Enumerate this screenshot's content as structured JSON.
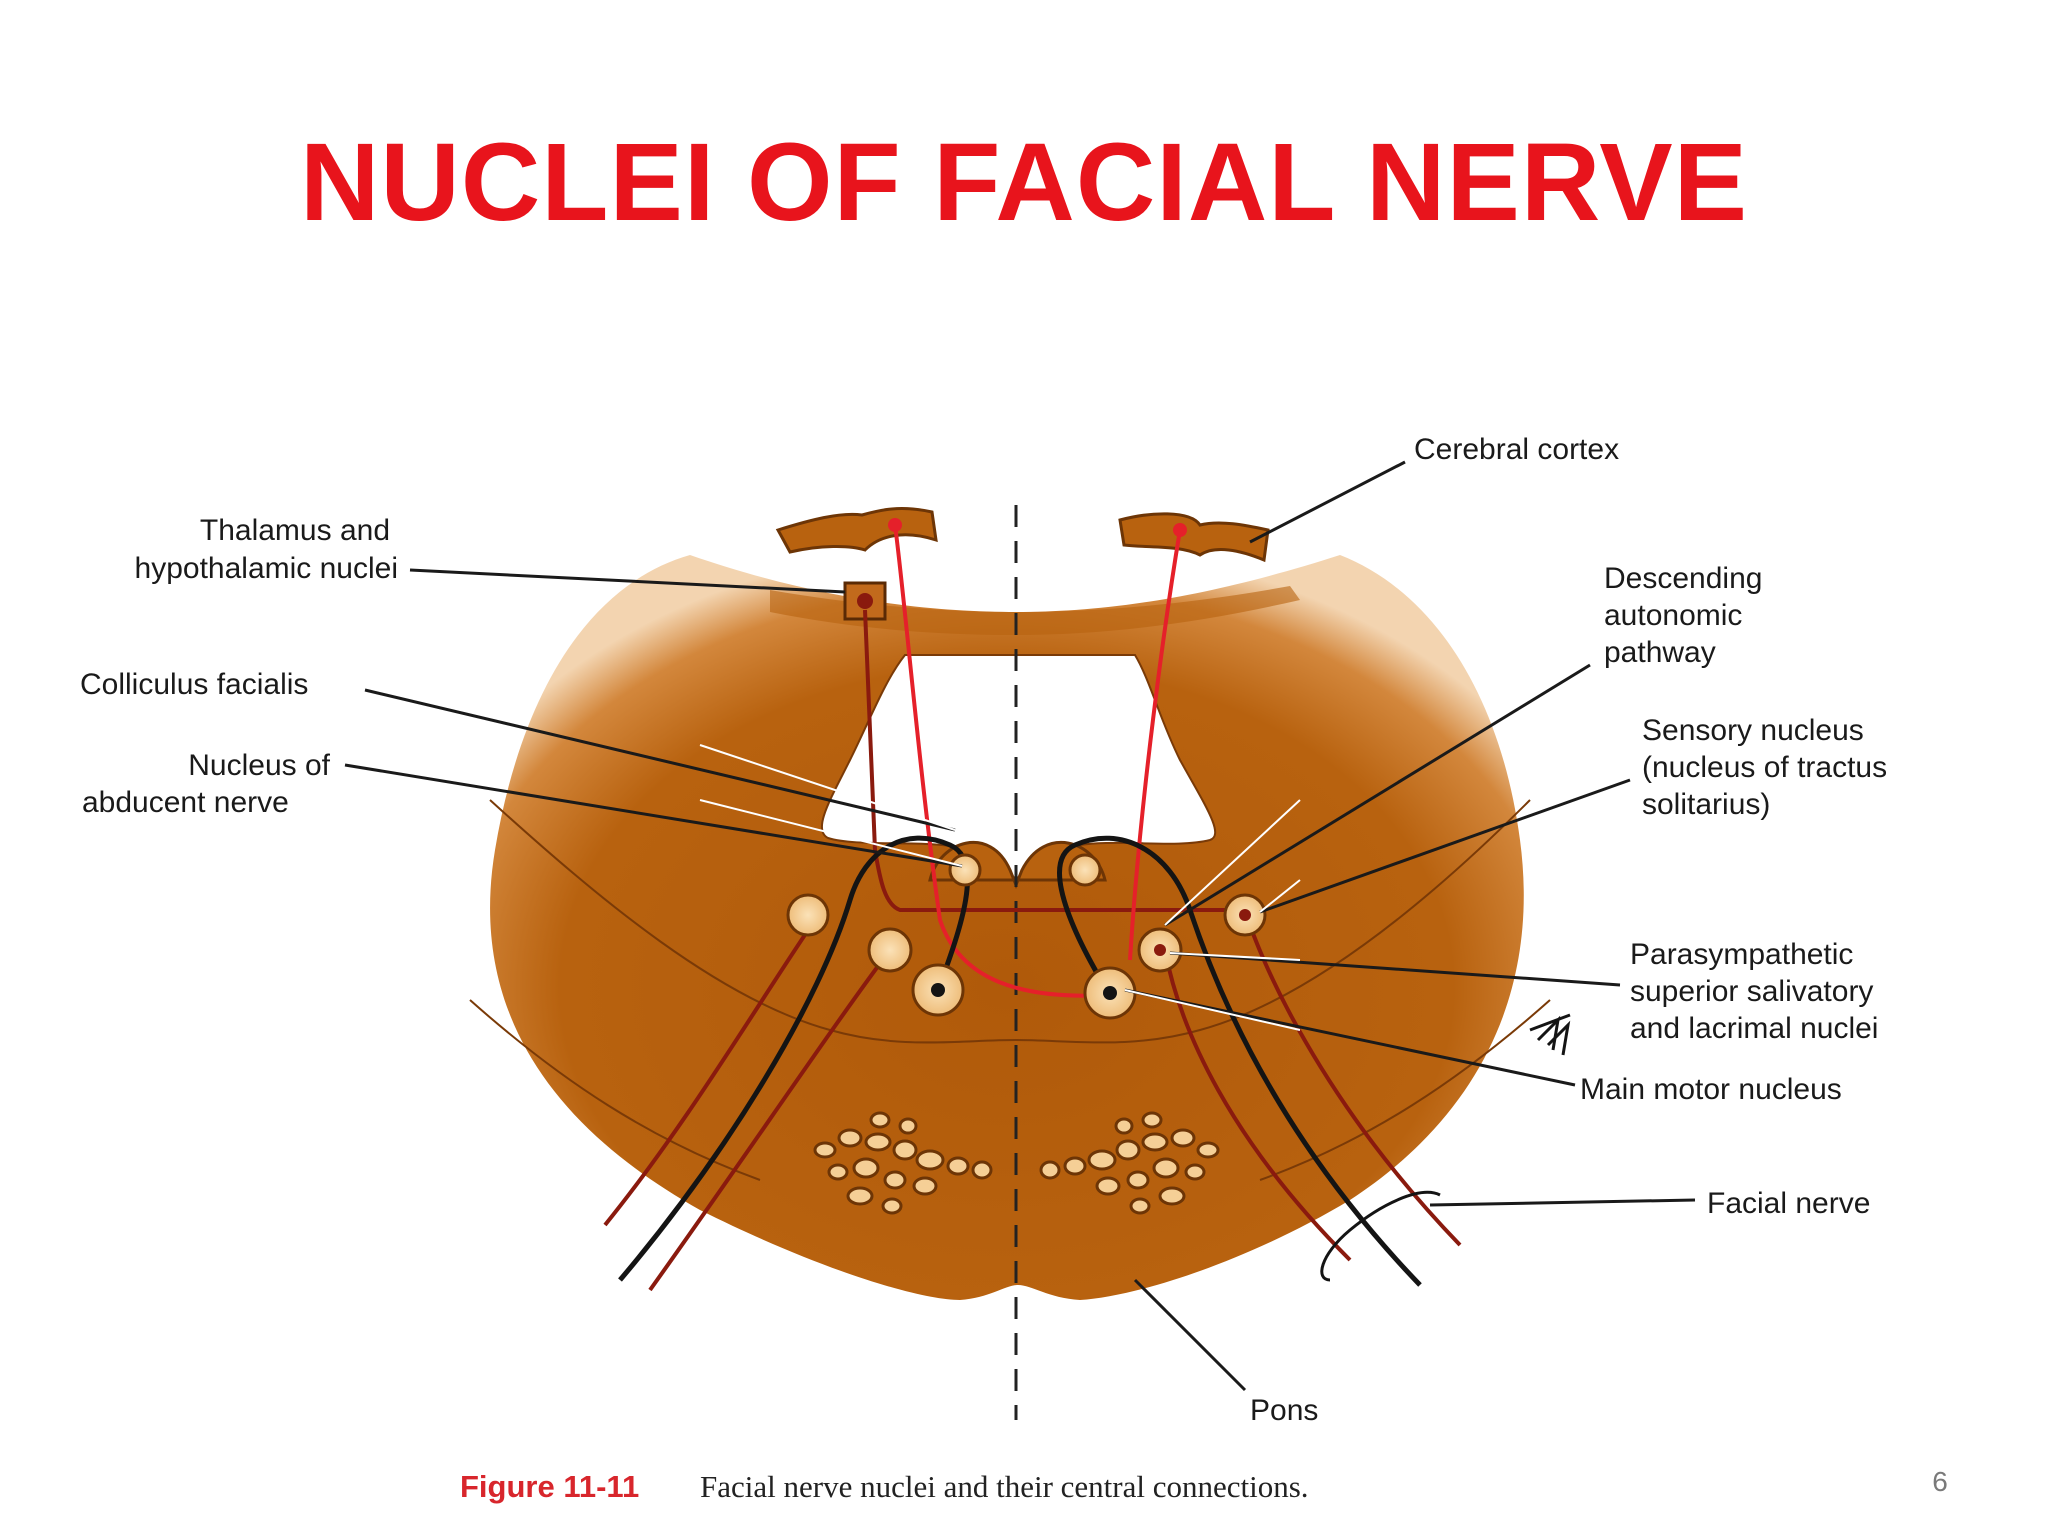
{
  "slide": {
    "title": "NUCLEI OF FACIAL NERVE",
    "page_number": "6"
  },
  "labels": {
    "cerebral_cortex": "Cerebral cortex",
    "thalamus": [
      "Thalamus and",
      "hypothalamic nuclei"
    ],
    "colliculus": "Colliculus facialis",
    "abducent": [
      "Nucleus of",
      "abducent nerve"
    ],
    "descending": [
      "Descending",
      "autonomic",
      "pathway"
    ],
    "sensory": [
      "Sensory nucleus",
      "(nucleus of tractus",
      "solitarius)"
    ],
    "parasympathetic": [
      "Parasympathetic",
      "superior salivatory",
      "and lacrimal nuclei"
    ],
    "main_motor": "Main motor nucleus",
    "facial_nerve": "Facial nerve",
    "pons": "Pons"
  },
  "caption": {
    "figure_number": "Figure 11-11",
    "text": "Facial nerve nuclei and their central connections."
  },
  "colors": {
    "title": "#e8141c",
    "pons_tissue": "#b8620f",
    "pons_edge": "#ffffff",
    "nucleus_fill": "#f5cf96",
    "cortical_tract": "#e5202a",
    "autonomic_tract": "#8a1a0e",
    "motor_fiber": "#141414"
  }
}
